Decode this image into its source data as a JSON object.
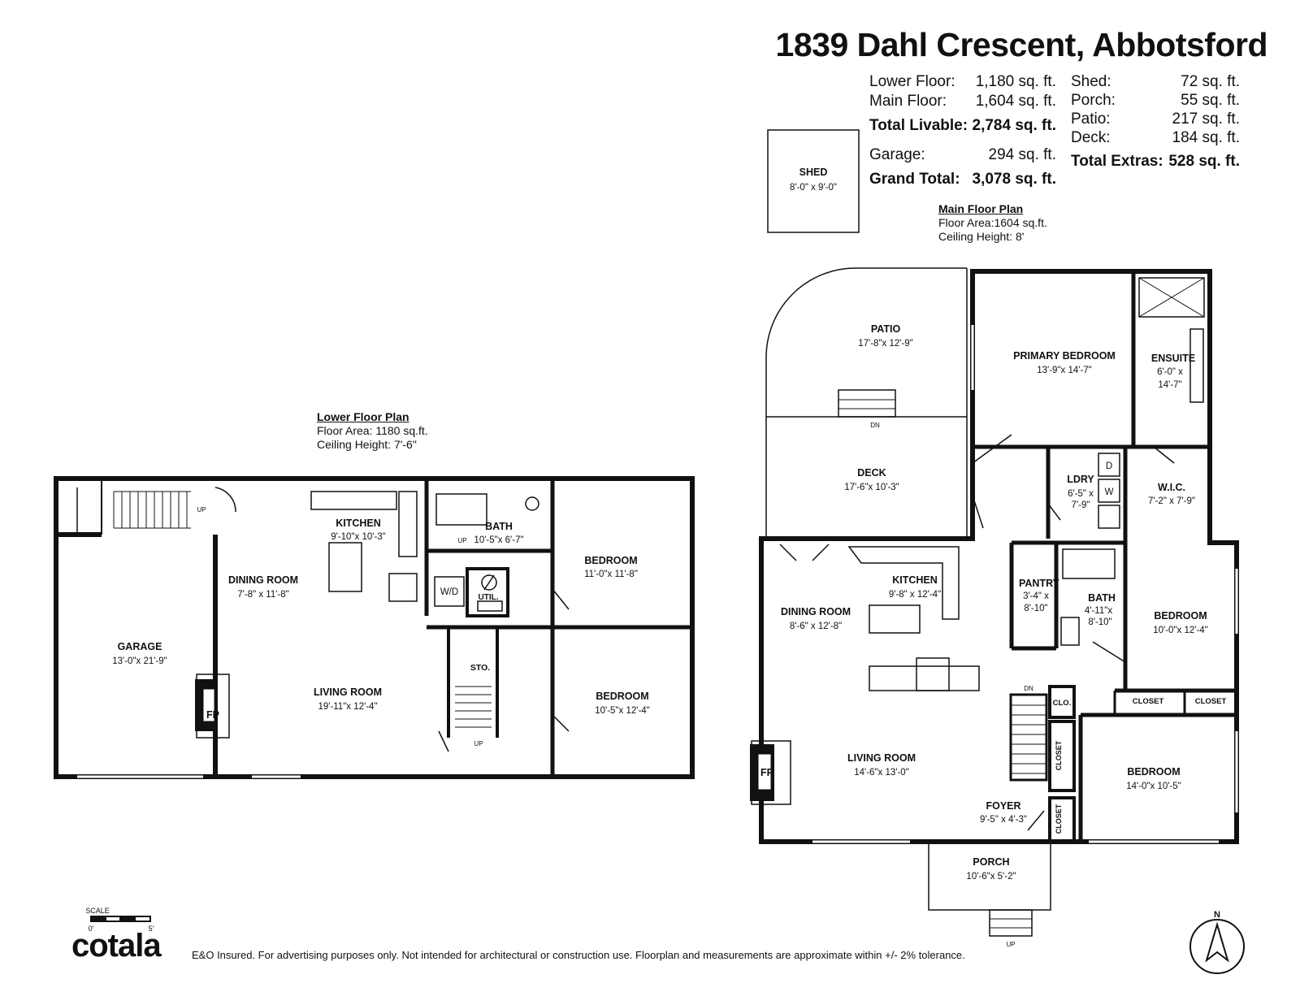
{
  "title": "1839 Dahl Crescent, Abbotsford",
  "areas_left": [
    {
      "label": "Lower Floor:",
      "value": "1,180 sq. ft.",
      "bold": false
    },
    {
      "label": "Main Floor:",
      "value": "1,604 sq. ft.",
      "bold": false
    },
    {
      "label": "Total Livable:",
      "value": "2,784 sq. ft.",
      "bold": true
    },
    {
      "label": "Garage:",
      "value": "294 sq. ft.",
      "bold": false
    },
    {
      "label": "Grand Total:",
      "value": "3,078 sq. ft.",
      "bold": true
    }
  ],
  "areas_right": [
    {
      "label": "Shed:",
      "value": "72 sq. ft.",
      "bold": false
    },
    {
      "label": "Porch:",
      "value": "55 sq. ft.",
      "bold": false
    },
    {
      "label": "Patio:",
      "value": "217 sq. ft.",
      "bold": false
    },
    {
      "label": "Deck:",
      "value": "184 sq. ft.",
      "bold": false
    },
    {
      "label": "Total Extras:",
      "value": "528 sq. ft.",
      "bold": true
    }
  ],
  "shed": {
    "name": "SHED",
    "dims": "8'-0\" x 9'-0\""
  },
  "main_plan": {
    "heading": "Main Floor Plan",
    "area": "Floor Area:1604 sq.ft.",
    "ceiling": "Ceiling Height: 8'"
  },
  "lower_plan": {
    "heading": "Lower Floor Plan",
    "area": "Floor Area: 1180 sq.ft.",
    "ceiling": "Ceiling Height: 7'-6\""
  },
  "lower_rooms": [
    {
      "name": "KITCHEN",
      "dims": "9'-10\"x 10'-3\""
    },
    {
      "name": "BATH",
      "dims": "10'-5\"x 6'-7\""
    },
    {
      "name": "BEDROOM",
      "dims": "11'-0\"x 11'-8\""
    },
    {
      "name": "DINING ROOM",
      "dims": "7'-8\" x 11'-8\""
    },
    {
      "name": "GARAGE",
      "dims": "13'-0\"x 21'-9\""
    },
    {
      "name": "LIVING ROOM",
      "dims": "19'-11\"x 12'-4\""
    },
    {
      "name": "BEDROOM",
      "dims": "10'-5\"x 12'-4\""
    },
    {
      "name": "UTIL.",
      "dims": ""
    },
    {
      "name": "STO.",
      "dims": ""
    },
    {
      "name": "W/D",
      "dims": ""
    },
    {
      "name": "FP",
      "dims": ""
    }
  ],
  "main_rooms": [
    {
      "name": "PATIO",
      "dims": "17'-8\"x 12'-9\""
    },
    {
      "name": "PRIMARY BEDROOM",
      "dims": "13'-9\"x 14'-7\""
    },
    {
      "name": "ENSUITE",
      "dims": "6'-0\" x"
    },
    {
      "name": "",
      "dims": "14'-7\""
    },
    {
      "name": "DECK",
      "dims": "17'-6\"x 10'-3\""
    },
    {
      "name": "LDRY",
      "dims": "6'-5\" x"
    },
    {
      "name": "",
      "dims": "7'-9\""
    },
    {
      "name": "W.I.C.",
      "dims": "7'-2\" x 7'-9\""
    },
    {
      "name": "KITCHEN",
      "dims": "9'-8\" x 12'-4\""
    },
    {
      "name": "DINING ROOM",
      "dims": "8'-6\" x 12'-8\""
    },
    {
      "name": "PANTRY",
      "dims": "3'-4\" x"
    },
    {
      "name": "",
      "dims": "8'-10\""
    },
    {
      "name": "BATH",
      "dims": "4'-11\"x"
    },
    {
      "name": "",
      "dims": "8'-10\""
    },
    {
      "name": "BEDROOM",
      "dims": "10'-0\"x 12'-4\""
    },
    {
      "name": "LIVING ROOM",
      "dims": "14'-6\"x 13'-0\""
    },
    {
      "name": "BEDROOM",
      "dims": "14'-0\"x 10'-5\""
    },
    {
      "name": "FOYER",
      "dims": "9'-5\" x 4'-3\""
    },
    {
      "name": "PORCH",
      "dims": "10'-6\"x 5'-2\""
    },
    {
      "name": "CLO.",
      "dims": ""
    },
    {
      "name": "CLOSET",
      "dims": ""
    },
    {
      "name": "CLOSET",
      "dims": ""
    },
    {
      "name": "CLOSET",
      "dims": ""
    },
    {
      "name": "CLOSET",
      "dims": ""
    },
    {
      "name": "FP",
      "dims": ""
    }
  ],
  "stair_labels": {
    "up": "UP",
    "dn": "DN"
  },
  "washer_dryer": {
    "d": "D",
    "w": "W"
  },
  "scale": {
    "label": "SCALE",
    "zero": "0'",
    "five": "5'"
  },
  "compass": {
    "north": "N"
  },
  "logo": "cotala",
  "disclaimer": "E&O Insured. For advertising purposes only. Not intended for architectural or construction use. Floorplan and measurements are approximate within +/- 2% tolerance."
}
